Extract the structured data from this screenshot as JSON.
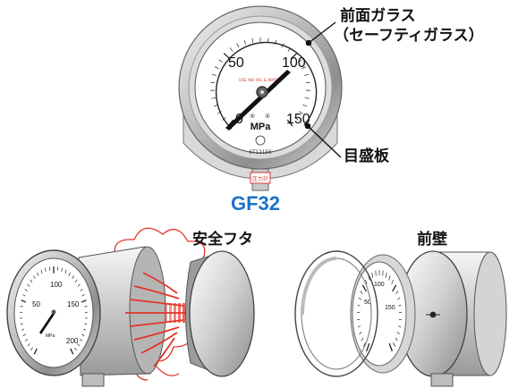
{
  "colors": {
    "accent_blue": "#1a73c8",
    "warning_red": "#e0362b",
    "dial_red_text": "#d23a3a"
  },
  "main_gauge": {
    "scale_labels": [
      "0",
      "50",
      "100",
      "150"
    ],
    "unit": "MPa",
    "dial_text_top": "USE NO OIL & WATER",
    "serial": "6T12156",
    "mini_marks": [
      "⑤",
      "⑤"
    ],
    "tag_text": "圧力計",
    "model": "GF32"
  },
  "callouts": {
    "front_glass_line1": "前面ガラス",
    "front_glass_line2": "（セーフティガラス）",
    "dial_plate": "目盛板",
    "safety_lid": "安全フタ",
    "front_wall": "前壁"
  },
  "lower_left_gauge": {
    "scale_labels": [
      "50",
      "100",
      "150",
      "200"
    ],
    "unit": "MPa"
  },
  "lower_right_gauge": {
    "scale_labels": [
      "50",
      "100",
      "150"
    ]
  },
  "icons": [
    "burst-cloud-icon",
    "pressure-arrow-icon"
  ]
}
